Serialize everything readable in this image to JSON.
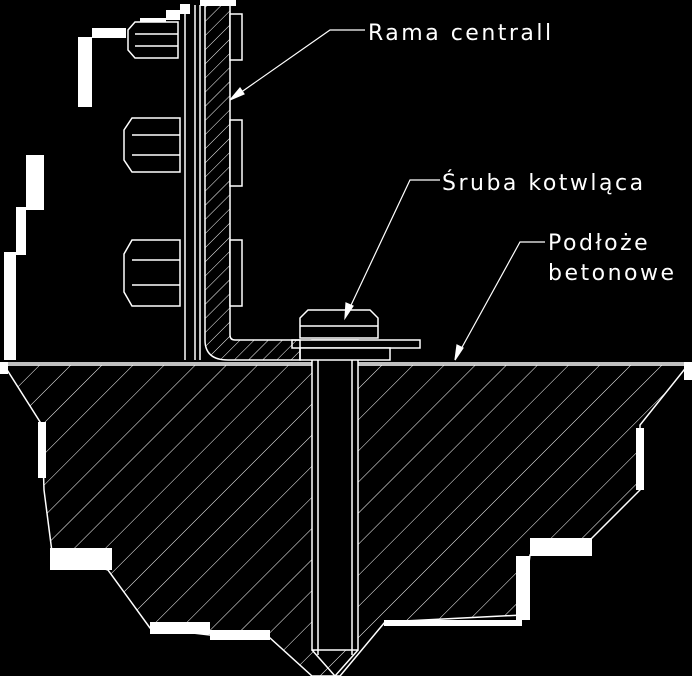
{
  "labels": {
    "frame": "Rama centrall",
    "anchor_bolt": "Śruba kotwląca",
    "concrete_line1": "Podłoże",
    "concrete_line2": "betonowe"
  },
  "colors": {
    "background": "#000000",
    "lines": "#ffffff"
  }
}
